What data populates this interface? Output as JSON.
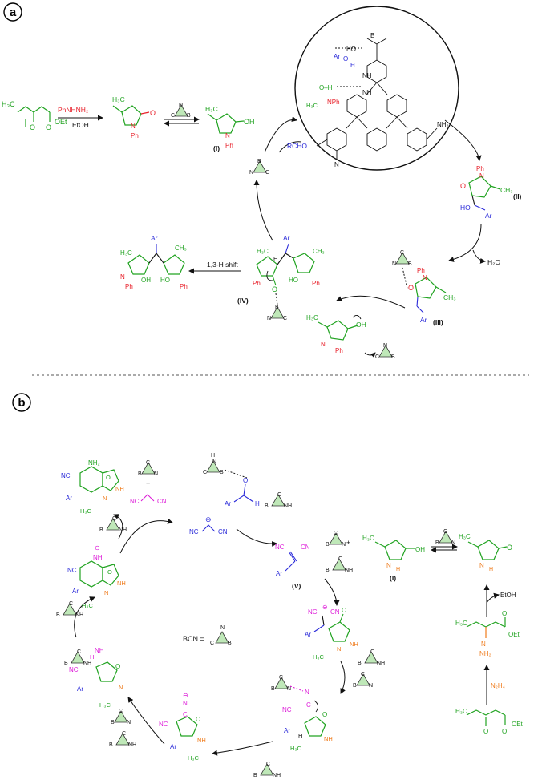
{
  "colors": {
    "green": "#21a321",
    "red": "#e8212b",
    "blue": "#2a2ad9",
    "magenta": "#dd1ad8",
    "orange": "#ef7a1a",
    "black": "#111111",
    "catalyst_fill": "#bfe8b8"
  },
  "panels": {
    "a": {
      "label": "a"
    },
    "b": {
      "label": "b"
    }
  },
  "labels_a": {
    "ester_ket": "O",
    "ester_o": "O",
    "ester_oet": "OEt",
    "ester_me": "H₃C",
    "reagent_phnhnh2": "PhNHNH₂",
    "solvent_etoh": "EtOH",
    "pz1_me": "H₃C",
    "pz1_n": "N",
    "pz1_n2": "N",
    "pz1_ph": "Ph",
    "pz1_o": "O",
    "pzI_me": "H₃C",
    "pzI_n": "N",
    "pzI_n2": "N",
    "pzI_ph": "Ph",
    "pzI_oh": "OH",
    "cmpd_I": "(I)",
    "rcho": "RCHO",
    "sheet_ho": "HO",
    "sheet_b": "B",
    "sheet_nh_a": "NH",
    "sheet_nh_b": "NH",
    "sheet_ar": "Ar",
    "sheet_o": "O",
    "sheet_h": "H",
    "sheet_oh": "O–H",
    "sheet_nph": "NPh",
    "sheet_h3c": "H₃C",
    "sheet_nh2": "NH₂",
    "sheet_n": "N",
    "cmpd_II": "(II)",
    "II_ph": "Ph",
    "II_n": "N",
    "II_o": "O",
    "II_ho": "HO",
    "II_ar": "Ar",
    "II_me": "CH₃",
    "h2o": "H₂O",
    "cmpd_III": "(III)",
    "III_ph": "Ph",
    "III_n": "N",
    "III_o": "O",
    "III_me": "CH₃",
    "III_ar": "Ar",
    "cmpd_IV": "(IV)",
    "IV_me": "H₃C",
    "IV_me2": "CH₃",
    "IV_ph": "Ph",
    "IV_ph2": "Ph",
    "IV_ho": "HO",
    "IV_o": "O",
    "IV_ar": "Ar",
    "IV_h": "H",
    "prod_me": "H₃C",
    "prod_me2": "CH₃",
    "prod_ar": "Ar",
    "prod_ph": "Ph",
    "prod_ph2": "Ph",
    "prod_oh": "OH",
    "prod_ho": "HO",
    "prod_n": "N",
    "shift": "1,3-H shift",
    "pz_bot_me": "H₃C",
    "pz_bot_oh": "OH",
    "pz_bot_ph": "Ph",
    "pz_bot_n": "N"
  },
  "labels_b": {
    "prod_nc": "NC",
    "prod_nh2": "NH₂",
    "prod_ar": "Ar",
    "prod_o": "O",
    "prod_n": "N",
    "prod_nh": "NH",
    "prod_me": "H₃C",
    "plus": "+",
    "malono_nc": "NC",
    "malono_cn": "CN",
    "ald_ar": "Ar",
    "ald_o": "O",
    "ald_h": "H",
    "anion_nc": "NC",
    "anion_cn": "CN",
    "minus": "⊖",
    "V_nc": "NC",
    "V_cn": "CN",
    "V_ar": "Ar",
    "cmpd_V": "(V)",
    "pzI_me": "H₃C",
    "pzI_oh": "OH",
    "pzI_n": "N",
    "pzI_nh": "H",
    "cmpd_I": "(I)",
    "pzk_me": "H₃C",
    "pzk_o": "O",
    "pzk_n": "N",
    "pzk_nh": "H",
    "etoh": "EtOH",
    "hyd_me": "H₃C",
    "hyd_n": "N",
    "hyd_nh2": "NH₂",
    "hyd_o": "O",
    "hyd_oet": "OEt",
    "n2h4": "N₂H₄",
    "ester_me": "H₃C",
    "ester_o": "O",
    "ester_o2": "O",
    "ester_oet": "OEt",
    "bcn_eq": "BCN =",
    "int1_nc": "NC",
    "int1_cn": "CN",
    "int1_ar": "Ar",
    "int1_o": "O",
    "int1_n": "N",
    "int1_nh": "NH",
    "int1_me": "H₃C",
    "int2_nc": "NC",
    "int2_n": "N",
    "int2_c": "C",
    "int2_ar": "Ar",
    "int2_o": "O",
    "int2_nh": "NH",
    "int2_me": "H₃C",
    "int2_h": "H",
    "int3_nc": "NC",
    "int3_n": "N",
    "int3_c": "C",
    "int3_ar": "Ar",
    "int3_o": "O",
    "int3_nh": "NH",
    "int3_me": "H₃C",
    "int4_nc": "NC",
    "int4_nh": "NH",
    "int4_h": "H",
    "int4_ar": "Ar",
    "int4_o": "O",
    "int4_n": "N",
    "int4_me": "H₃C",
    "int5_nc": "NC",
    "int5_nh": "NH",
    "int5_ar": "Ar",
    "int5_o": "O",
    "int5_n": "N",
    "int5_nh2": "NH",
    "int5_me": "H₃C"
  },
  "catalyst": {
    "b": "B",
    "n": "N",
    "c": "C",
    "nh": "NH",
    "h": "H"
  }
}
